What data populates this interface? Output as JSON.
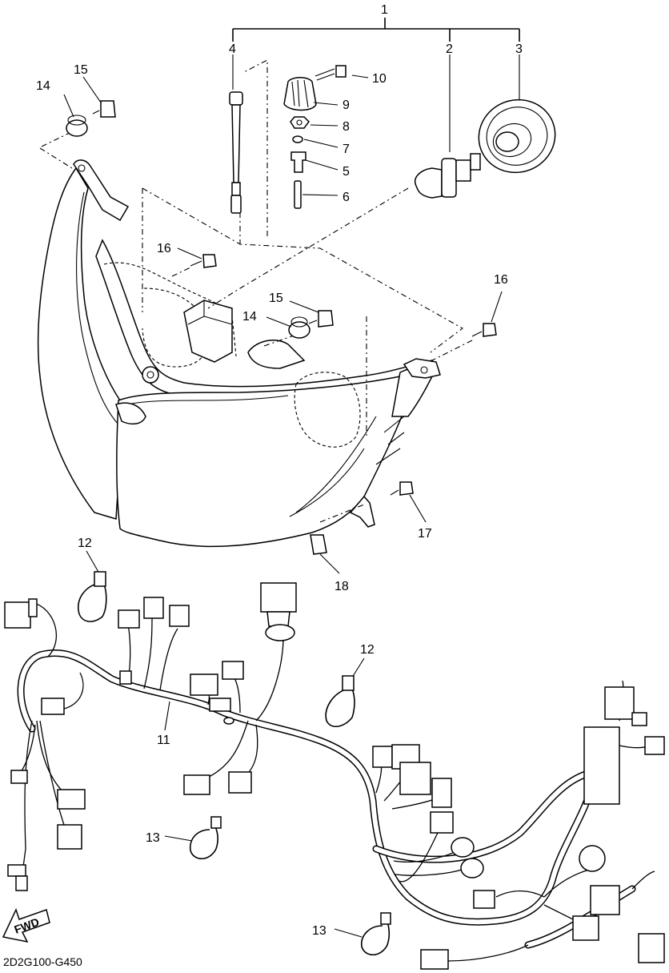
{
  "diagram": {
    "code": "2D2G100-G450",
    "fwd_label": "FWD",
    "callouts": [
      {
        "id": "c1",
        "text": "1"
      },
      {
        "id": "c2",
        "text": "2"
      },
      {
        "id": "c3",
        "text": "3"
      },
      {
        "id": "c4",
        "text": "4"
      },
      {
        "id": "c5",
        "text": "5"
      },
      {
        "id": "c6",
        "text": "6"
      },
      {
        "id": "c7",
        "text": "7"
      },
      {
        "id": "c8",
        "text": "8"
      },
      {
        "id": "c9",
        "text": "9"
      },
      {
        "id": "c10",
        "text": "10"
      },
      {
        "id": "c11",
        "text": "11"
      },
      {
        "id": "c12a",
        "text": "12"
      },
      {
        "id": "c12b",
        "text": "12"
      },
      {
        "id": "c13a",
        "text": "13"
      },
      {
        "id": "c13b",
        "text": "13"
      },
      {
        "id": "c14a",
        "text": "14"
      },
      {
        "id": "c14b",
        "text": "14"
      },
      {
        "id": "c15a",
        "text": "15"
      },
      {
        "id": "c15b",
        "text": "15"
      },
      {
        "id": "c16a",
        "text": "16"
      },
      {
        "id": "c16b",
        "text": "16"
      },
      {
        "id": "c17",
        "text": "17"
      },
      {
        "id": "c18",
        "text": "18"
      }
    ]
  }
}
